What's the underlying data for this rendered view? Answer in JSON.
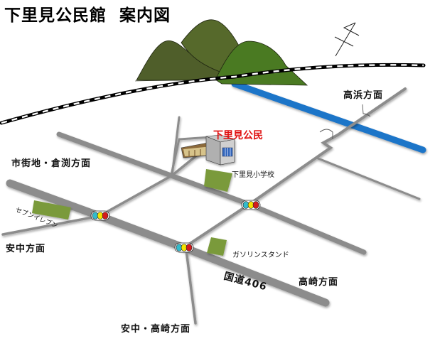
{
  "title": {
    "main": "下里見公民館",
    "sub": "案内図"
  },
  "landmarks": {
    "community_center": "下里見公民",
    "elementary_school": "下里見小学校",
    "gas_station": "ガソリンスタンド",
    "convenience_store": "セブンイレブン"
  },
  "directions": {
    "takahama": "高浜方面",
    "downtown_kurabuchi": "市街地・倉渕方面",
    "annaka": "安中方面",
    "takasaki": "高崎方面",
    "annaka_takasaki": "安中・高崎方面"
  },
  "route": {
    "national_route": "国道406"
  },
  "colors": {
    "road": "#8c8c8c",
    "river": "#1f74c8",
    "mountain_dark": "#4f5e2a",
    "mountain_mid": "#56692b",
    "mountain_light": "#4a7a22",
    "field": "#7a9a3a",
    "title_red": "#e01010",
    "signal_cyan": "#33bbcc",
    "signal_yellow": "#f5e400",
    "signal_red": "#d41c1c"
  },
  "icons": {
    "north_arrow": "north-arrow-icon",
    "traffic_signal": "traffic-signal-icon",
    "building": "community-center-building-icon",
    "mountain": "mountain-icon",
    "railway": "railway-icon",
    "bridge": "bridge-icon"
  }
}
